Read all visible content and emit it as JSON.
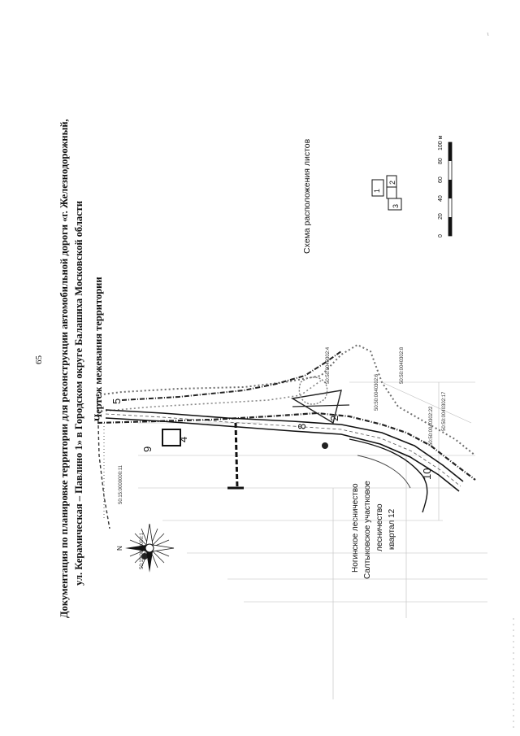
{
  "page": {
    "number": "65"
  },
  "header": {
    "line1": "Документация по планировке территории для реконструкции автомобильной дороги «г. Железнодорожный,",
    "line2": "ул. Керамическая – Павлино 1» в Городском округе Балашиха Московской области",
    "line3": "Чертеж межевания территории"
  },
  "inset": {
    "title": "Схема расположения листов",
    "sheets": [
      "1",
      "2",
      "3"
    ]
  },
  "scale": {
    "ticks": [
      "0",
      "20",
      "40",
      "60",
      "80",
      "100 м"
    ]
  },
  "forest": {
    "lines": [
      "Ногинское лесничество",
      "Салтыковское участковое",
      "лесничество",
      "квартал 12"
    ]
  },
  "map": {
    "north": "N",
    "zone_numbers": [
      "5",
      "9",
      "4",
      "8",
      "2",
      "10"
    ],
    "cadastral": [
      "50:15:0000000:1",
      "50:15:0000000:11",
      "50:50:0040302:4",
      "50:50:0040302:6",
      "50:50:0040302:8",
      "50:50:0040302:17",
      "50:50:0040302:22"
    ]
  }
}
